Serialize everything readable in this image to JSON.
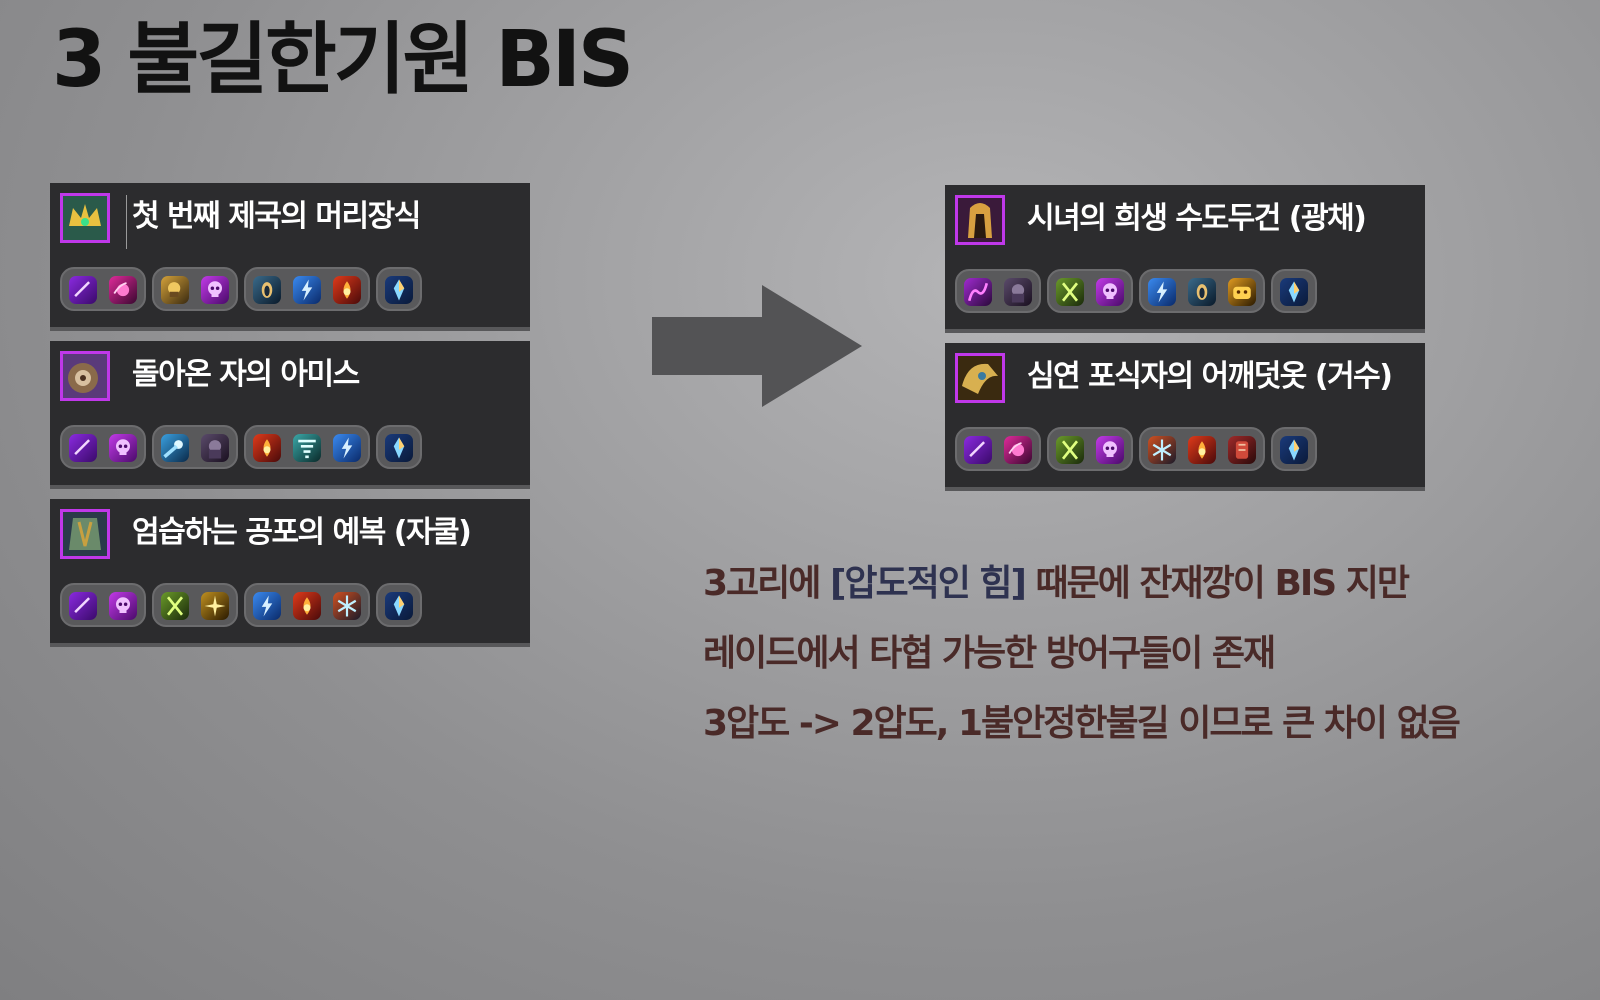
{
  "title": "3 불길한기원 BIS",
  "left_items": [
    {
      "name": "첫 번째 제국의 머리장식",
      "icon": "emerald-crown-icon",
      "gems": [
        "void-purple-gem",
        "pink-flame-gem",
        "golden-mask-gem",
        "purple-skull-gem",
        "shadow-ghost-gem",
        "blue-lightning-gem",
        "red-fire-gem",
        "blue-crystal-gem"
      ]
    },
    {
      "name": "돌아온 자의 아미스",
      "icon": "brown-shoulder-icon",
      "gems": [
        "void-purple-gem",
        "purple-skull-gem",
        "ice-comet-gem",
        "dark-spirit-gem",
        "red-fire-gem",
        "teal-tornado-gem",
        "blue-lightning-gem",
        "blue-crystal-gem"
      ]
    },
    {
      "name": "엄습하는 공포의 예복 (자쿨)",
      "icon": "tentacle-robe-icon",
      "gems": [
        "void-purple-gem",
        "purple-skull-gem",
        "green-rune-gem",
        "gold-spark-gem",
        "blue-lightning-gem",
        "red-fire-gem",
        "frost-burst-gem",
        "blue-crystal-gem"
      ]
    }
  ],
  "right_items": [
    {
      "name": "시녀의 희생 수도두건 (광채)",
      "icon": "golden-hood-icon",
      "gems": [
        "tentacle-purple-gem",
        "dark-spirit-gem",
        "green-rune-gem",
        "purple-skull-gem",
        "blue-lightning-gem",
        "shadow-ghost-gem",
        "golden-beast-gem",
        "blue-crystal-gem"
      ]
    },
    {
      "name": "심연 포식자의 어깨덧옷 (거수)",
      "icon": "golden-shoulder-icon",
      "gems": [
        "void-purple-gem",
        "pink-flame-gem",
        "green-rune-gem",
        "purple-skull-gem",
        "frost-burst-gem",
        "red-fire-gem",
        "red-armor-gem",
        "blue-crystal-gem"
      ]
    }
  ],
  "arrow": "right-arrow-icon",
  "description": {
    "line1_pre": "3고리에 ",
    "line1_highlight": "[압도적인 힘]",
    "line1_post": " 때문에 잔재깡이 BIS 지만",
    "line2": "레이드에서 타협 가능한 방어구들이 존재",
    "line3": "3압도 -> 2압도, 1불안정한불길 이므로 큰 차이 없음"
  },
  "colors": {
    "card_bg": "#2c2c2e",
    "epic_border": "#c038ea",
    "highlight_text": "#2e3250",
    "description_text": "#4a2a28"
  }
}
